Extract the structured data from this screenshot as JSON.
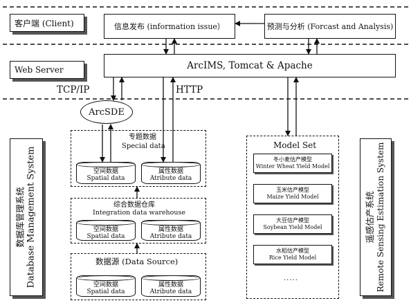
{
  "client": {
    "label": "客户端 (Client)"
  },
  "info_issue": {
    "label": "信息发布 (information issue）"
  },
  "forecast": {
    "label": "预测与分析 (Forcast and Analysis)"
  },
  "web_server": {
    "label": "Web Server"
  },
  "arcims": {
    "label": "ArcIMS, Tomcat & Apache"
  },
  "protocols": {
    "tcpip": "TCP/IP",
    "http": "HTTP"
  },
  "arcsde": {
    "label": "ArcSDE"
  },
  "special_data": {
    "title_cn": "专题数据",
    "title_en": "Special data",
    "spatial_cn": "空间数据",
    "spatial_en": "Spatial data",
    "attr_cn": "属性数据",
    "attr_en": "Atribute data"
  },
  "warehouse": {
    "title_cn": "综合数据仓库",
    "title_en": "Integration data warehouse",
    "spatial_cn": "空间数据",
    "spatial_en": "Spatial data",
    "attr_cn": "属性数据",
    "attr_en": "Atribute data"
  },
  "data_source": {
    "title": "数据源 (Data Source)",
    "spatial_cn": "空间数据",
    "spatial_en": "Spatial data",
    "attr_cn": "属性数据",
    "attr_en": "Atribute data"
  },
  "model_set": {
    "title": "Model Set",
    "models": [
      {
        "cn": "冬小麦估产模型",
        "en": "Winter Wheat Yield Model"
      },
      {
        "cn": "玉米估产模型",
        "en": "Maize Yield Model"
      },
      {
        "cn": "大豆估产模型",
        "en": "Soybean Yield Model"
      },
      {
        "cn": "水稻估产模型",
        "en": "Rice Yield Model"
      }
    ],
    "ellipsis": "....."
  },
  "dbms": {
    "cn": "数据库管理系统",
    "en": "Database Management System"
  },
  "rs": {
    "cn": "遥感估产系统",
    "en": "Remote Sensing Estimation System"
  }
}
